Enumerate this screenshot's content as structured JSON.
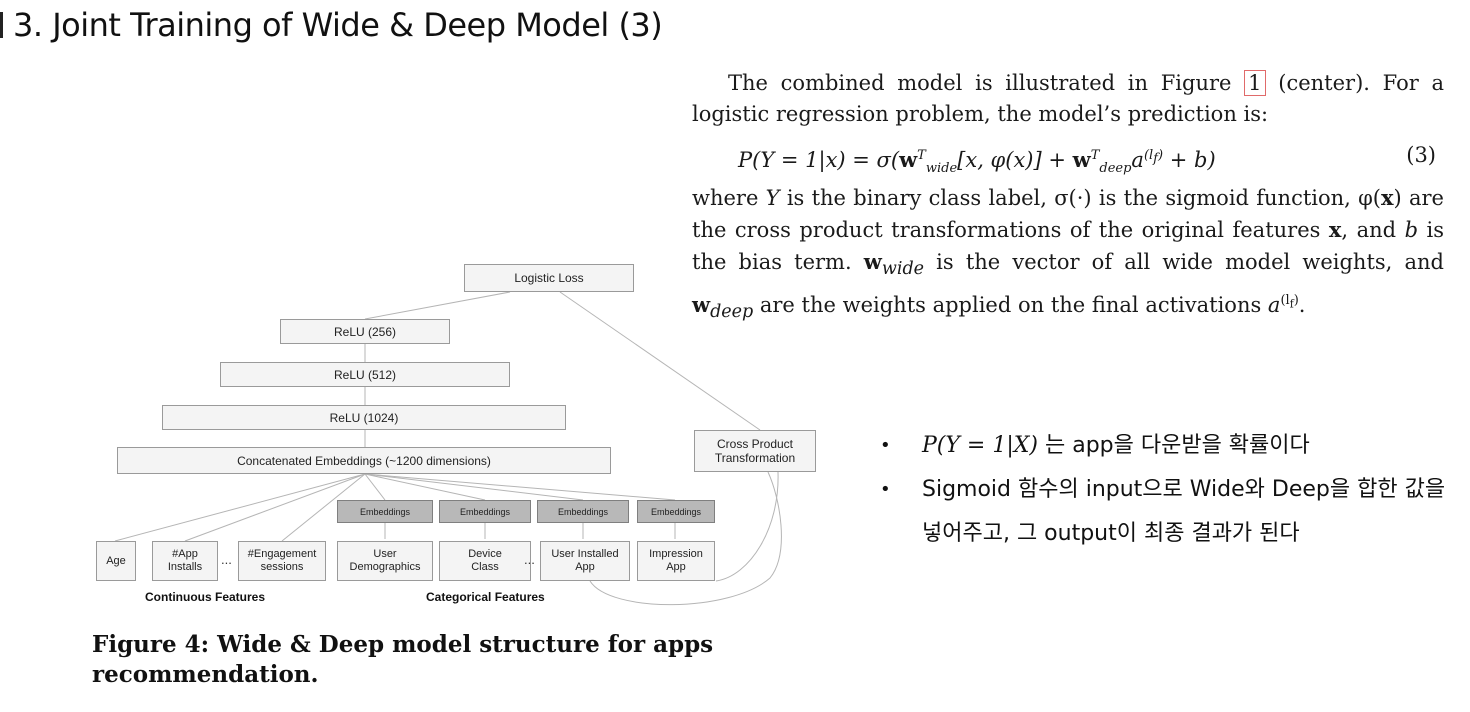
{
  "slide": {
    "title": "3. Joint Training of Wide & Deep Model (3)"
  },
  "paper": {
    "para1_start": "The combined model is illustrated in Figure",
    "figure_ref": "1",
    "para1_end": "(center). For a logistic regression problem, the model’s prediction is:",
    "equation": {
      "lhs": "P(Y = 1|x) = σ(",
      "w1": "w",
      "w1_sup": "T",
      "w1_sub": "wide",
      "mid1": "[x, φ(x)] + ",
      "w2": "w",
      "w2_sup": "T",
      "w2_sub": "deep",
      "a": "a",
      "a_sup": "(l",
      "a_sup_sub": "f",
      "a_sup_end": ")",
      "tail": " + b)",
      "number": "(3)"
    },
    "para2": {
      "t1": "where ",
      "Y": "Y",
      "t2": " is the binary class label, σ(·) is the sigmoid function, φ(",
      "x1": "x",
      "t3": ") are the cross product transformations of the original features ",
      "x2": "x",
      "t4": ", and ",
      "b": "b",
      "t5": " is the bias term. ",
      "wwide": "w",
      "wwide_sub": "wide",
      "t6": " is the vector of all wide model weights, and ",
      "wdeep": "w",
      "wdeep_sub": "deep",
      "t7": " are the weights applied on the final activations ",
      "a": "a",
      "a_sup": "(l",
      "a_sup_sub": "f",
      "a_sup_end": ")",
      "t8": "."
    }
  },
  "diagram": {
    "logistic_loss": "Logistic Loss",
    "relu_256": "ReLU (256)",
    "relu_512": "ReLU (512)",
    "relu_1024": "ReLU (1024)",
    "concat": "Concatenated Embeddings (~1200 dimensions)",
    "cross_line1": "Cross Product",
    "cross_line2": "Transformation",
    "embeddings": [
      "Embeddings",
      "Embeddings",
      "Embeddings",
      "Embeddings"
    ],
    "features": [
      {
        "l1": "Age",
        "l2": ""
      },
      {
        "l1": "#App",
        "l2": "Installs"
      },
      {
        "l1": "#Engagement",
        "l2": "sessions"
      },
      {
        "l1": "User",
        "l2": "Demographics"
      },
      {
        "l1": "Device",
        "l2": "Class"
      },
      {
        "l1": "User Installed",
        "l2": "App"
      },
      {
        "l1": "Impression",
        "l2": "App"
      }
    ],
    "ellipsis": "...",
    "continuous_label": "Continuous Features",
    "categorical_label": "Categorical Features"
  },
  "caption": "Figure 4: Wide & Deep model structure for apps recommendation.",
  "notes": {
    "bullet1_formula": "P(Y = 1|X)",
    "bullet1_text": " 는 app을 다운받을 확률이다",
    "bullet2": "Sigmoid 함수의 input으로 Wide와 Deep을 합한 값을 넣어주고, 그 output이 최종 결과가 된다"
  }
}
